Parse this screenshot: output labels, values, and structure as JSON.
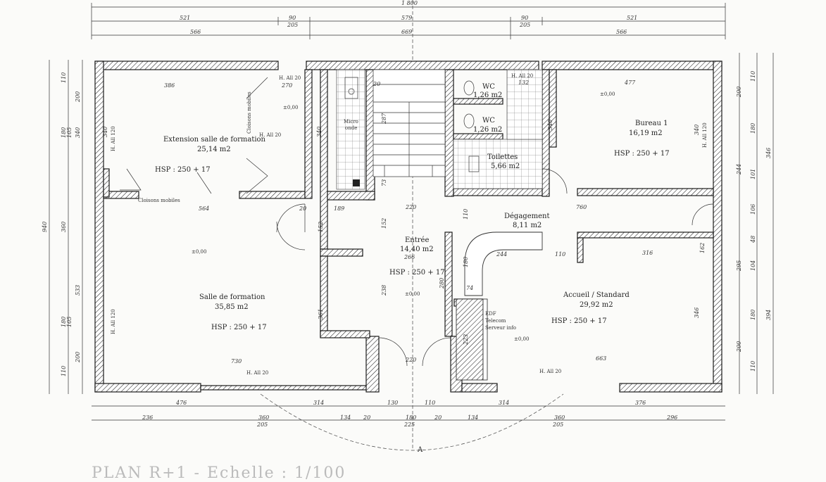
{
  "dims_top": {
    "overall": "1 800",
    "row2": [
      "521",
      "90",
      "579",
      "90",
      "521"
    ],
    "row2_sub": [
      "205",
      "205"
    ],
    "row3": [
      "566",
      "669",
      "566"
    ]
  },
  "dims_bottom": {
    "row1": [
      "476",
      "314",
      "130",
      "110",
      "314",
      "376"
    ],
    "row2": [
      "236",
      "360",
      "134",
      "20",
      "180",
      "20",
      "134",
      "360",
      "296"
    ],
    "row2_sub": [
      "205",
      "225",
      "205"
    ]
  },
  "dims_left": {
    "outer": "940",
    "col2": [
      "110",
      "200",
      "180",
      "360",
      "533",
      "180",
      "200",
      "110"
    ],
    "col3": [
      "340",
      "105",
      "105"
    ]
  },
  "dims_right": {
    "col1": [
      "110",
      "200",
      "180",
      "244",
      "101",
      "106",
      "48",
      "104",
      "295",
      "180",
      "200",
      "110"
    ],
    "col2": [
      "346",
      "394"
    ]
  },
  "rooms": {
    "extension": {
      "name": "Extension salle de formation",
      "area": "25,14 m2",
      "hsp": "HSP : 250 + 17"
    },
    "salle": {
      "name": "Salle de formation",
      "area": "35,85 m2",
      "hsp": "HSP : 250 + 17"
    },
    "entree": {
      "name": "Entrée",
      "area": "14,40 m2",
      "hsp": "HSP : 250 + 17"
    },
    "wc1": {
      "name": "WC",
      "area": "1,26 m2"
    },
    "wc2": {
      "name": "WC",
      "area": "1,26 m2"
    },
    "toilettes": {
      "name": "Toilettes",
      "area": "5,66 m2"
    },
    "bureau": {
      "name": "Bureau 1",
      "area": "16,19 m2",
      "hsp": "HSP : 250 + 17"
    },
    "degagement": {
      "name": "Dégagement",
      "area": "8,11 m2"
    },
    "accueil": {
      "name": "Accueil / Standard",
      "area": "29,92 m2",
      "hsp": "HSP : 250 + 17"
    },
    "edf": {
      "lines": [
        "EDF",
        "Telecom",
        "Serveur info"
      ]
    },
    "micro": {
      "lines": [
        "Micro",
        "onde"
      ]
    }
  },
  "labels": {
    "cloisons_mobiles_h": "Cloisons mobiles",
    "cloisons_mobiles_v": "Cloisons mobiles",
    "h_all_20": "H. All 20",
    "h_all_120": "H. All 120",
    "level": "±0,00",
    "section_marker": "A"
  },
  "inner_dims": {
    "d386": "386",
    "d270": "270",
    "d564": "564",
    "d340": "340",
    "d730": "730",
    "d189": "189",
    "d220": "220",
    "d152": "152",
    "d266": "266",
    "d361": "361",
    "d238": "238",
    "d280": "280",
    "d73": "73",
    "d287": "287",
    "d477": "477",
    "d760": "760",
    "d244": "244",
    "d110": "110",
    "d663": "663",
    "d223": "223",
    "d316": "316",
    "d20": "20",
    "d74": "74",
    "d132": "132",
    "d180": "180",
    "d346": "346",
    "d162": "162"
  },
  "caption": "PLAN R+1 - Echelle : 1/100"
}
